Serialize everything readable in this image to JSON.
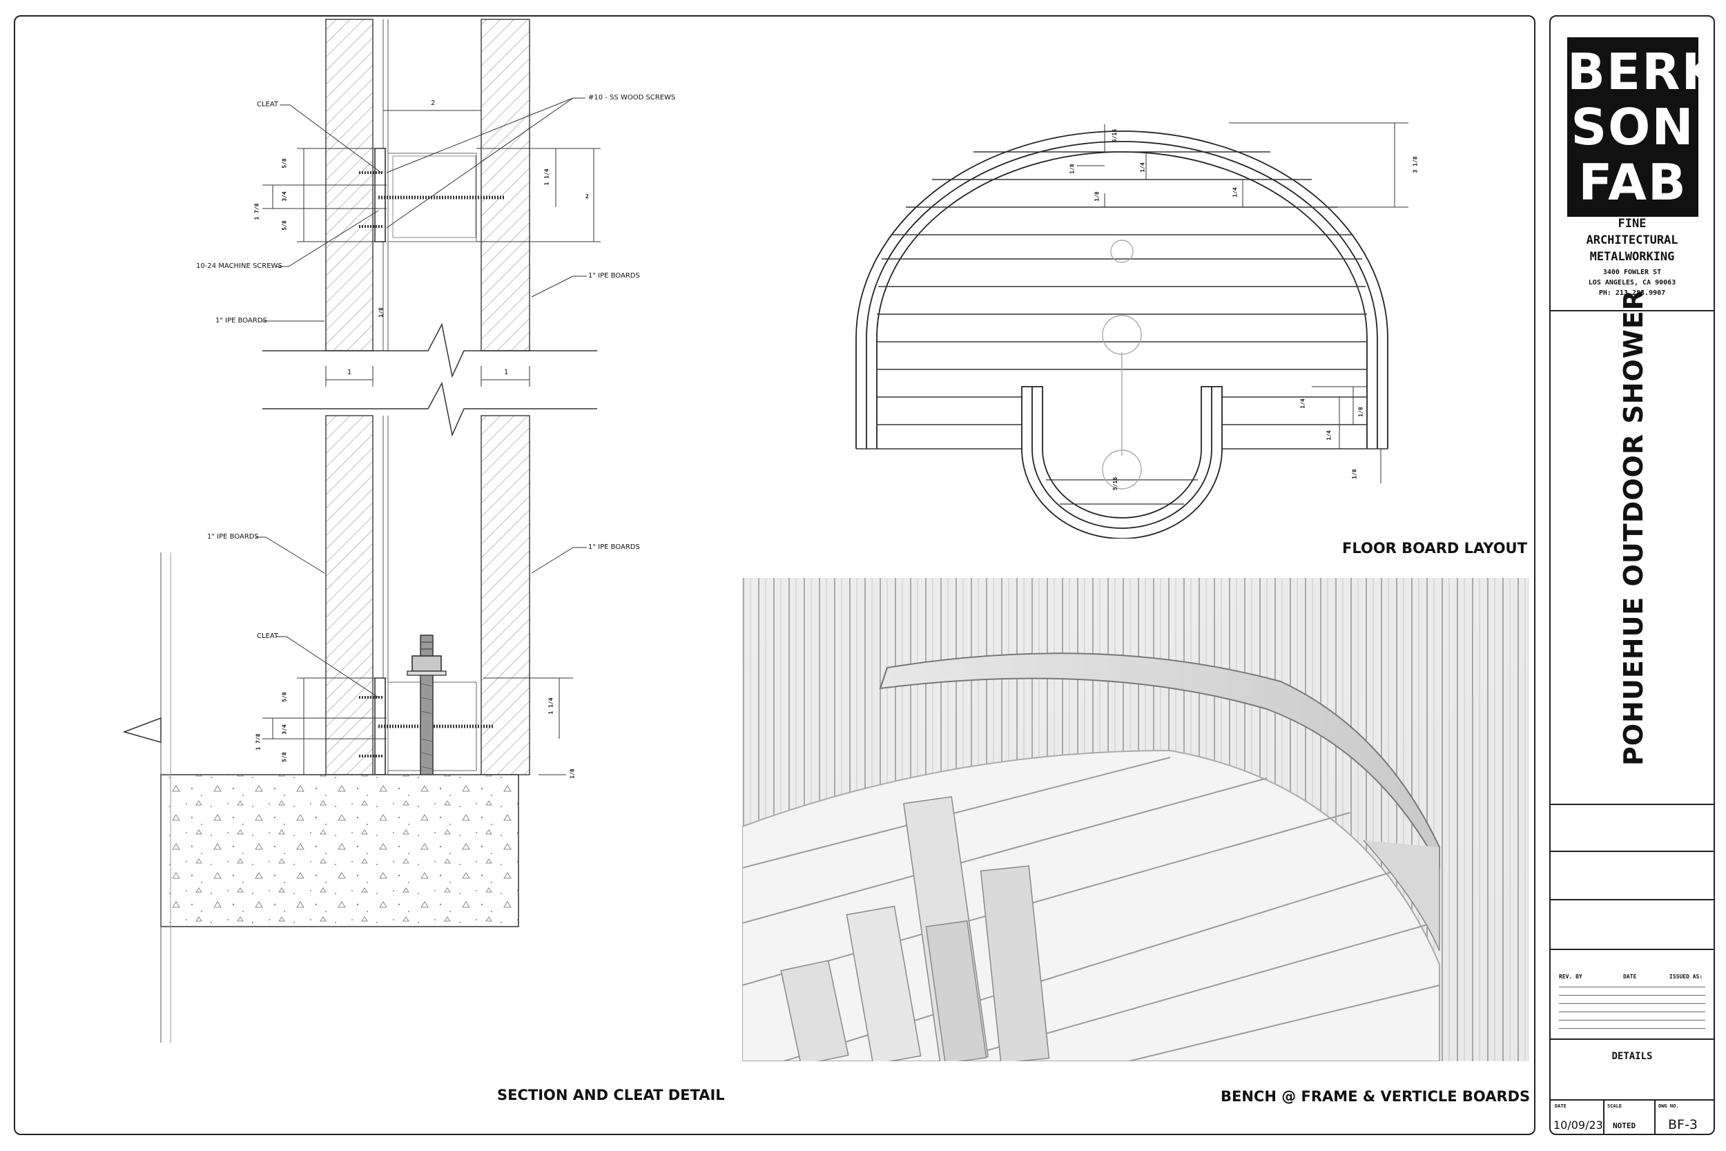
{
  "drawing": {
    "section_caption": "SECTION AND CLEAT DETAIL",
    "floor_caption": "FLOOR BOARD LAYOUT",
    "render_caption": "BENCH @ FRAME & VERTICLE BOARDS",
    "labels": {
      "cleat_top": "CLEAT",
      "wood_screws": "#10 - SS WOOD SCREWS",
      "machine_screws": "10-24 MACHINE SCREWS",
      "ipe_right_top": "1\" IPE BOARDS",
      "ipe_left_top": "1\" IPE BOARDS",
      "ipe_left_mid": "1\" IPE BOARDS",
      "ipe_right_mid": "1\" IPE BOARDS",
      "cleat_bottom": "CLEAT"
    },
    "dims": {
      "gap_top": "2",
      "board_left": "1",
      "board_right": "1",
      "d_58a": "5/8",
      "d_34a": "3/4",
      "d_58b": "5/8",
      "d_1_78": "1 7/8",
      "d_114": "1 1/4",
      "d_2": "2",
      "d_18": "1/8",
      "d_58c": "5/8",
      "d_34b": "3/4",
      "d_58d": "5/8",
      "d_1_78b": "1 7/8",
      "d_114b": "1 1/4",
      "d_18b": "1/8"
    },
    "floor_dims": {
      "f1": "5/16",
      "f2": "1/8",
      "f3": "1/4",
      "f4": "1/8",
      "f5": "1/4",
      "f6": "3 1/8",
      "f7": "1/4",
      "f8": "1/8",
      "f9": "1/4",
      "f10": "1/8",
      "f11": "5/16"
    }
  },
  "title_block": {
    "logo_lines": [
      "BERK",
      "SON",
      "FAB"
    ],
    "firm_line1": "FINE",
    "firm_line2": "ARCHITECTURAL",
    "firm_line3": "METALWORKING",
    "address1": "3400 FOWLER ST",
    "address2": "LOS ANGELES, CA 90063",
    "phone": "PH: 213.283.9907",
    "project_title": "POHUEHUE OUTDOOR SHOWER",
    "rev_by_label": "REV. BY",
    "date_col_label": "DATE",
    "issued_label": "ISSUED AS:",
    "sheet_label": "DETAILS",
    "date_label": "DATE",
    "scale_label": "SCALE",
    "dwg_label": "DWG NO.",
    "date_value": "10/09/23",
    "scale_value": "NOTED",
    "dwg_value": "BF-3"
  }
}
